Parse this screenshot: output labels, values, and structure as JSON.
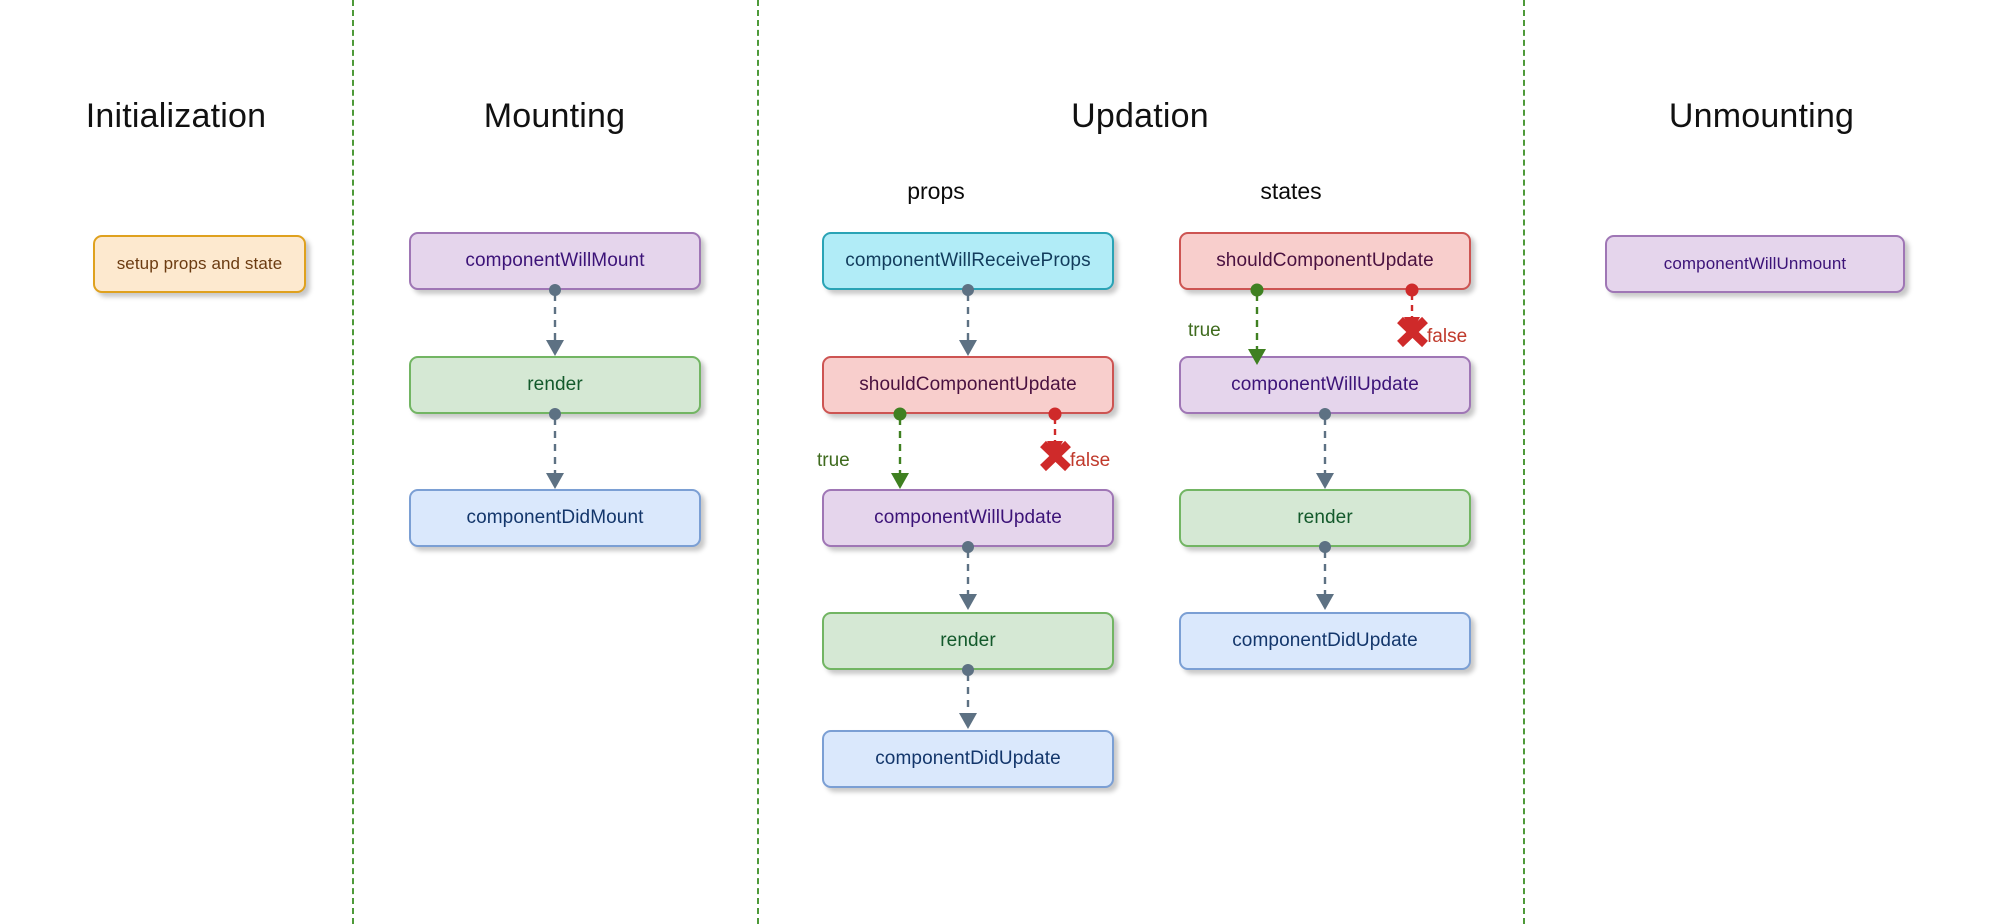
{
  "diagram": {
    "title_hidden": "React Component Lifecycle",
    "sections": [
      {
        "id": "initialization",
        "label": "Initialization"
      },
      {
        "id": "mounting",
        "label": "Mounting"
      },
      {
        "id": "updation",
        "label": "Updation"
      },
      {
        "id": "unmounting",
        "label": "Unmounting"
      }
    ],
    "subsections": [
      {
        "id": "props",
        "label": "props"
      },
      {
        "id": "states",
        "label": "states"
      }
    ],
    "nodes": {
      "setup_props_state": "setup props and state",
      "component_will_mount": "componentWillMount",
      "render_mount": "render",
      "component_did_mount": "componentDidMount",
      "component_will_receive_props": "componentWillReceiveProps",
      "should_component_update_props": "shouldComponentUpdate",
      "component_will_update_props": "componentWillUpdate",
      "render_props": "render",
      "component_did_update_props": "componentDidUpdate",
      "should_component_update_states": "shouldComponentUpdate",
      "component_will_update_states": "componentWillUpdate",
      "render_states": "render",
      "component_did_update_states": "componentDidUpdate",
      "component_will_unmount": "componentWillUnmount"
    },
    "branch_labels": {
      "true_props": "true",
      "false_props": "false",
      "true_states": "true",
      "false_states": "false"
    },
    "colors": {
      "divider": "#4e9a39",
      "orange_fill": "#fde9cf",
      "orange_border": "#dfa11e",
      "purple_fill": "#e5d5ec",
      "purple_border": "#9f76b5",
      "green_fill": "#d5e8d4",
      "green_border": "#72b563",
      "blue_fill": "#dae8fc",
      "blue_border": "#7b9fd4",
      "cyan_fill": "#b1ecf7",
      "cyan_border": "#2aa3b5",
      "red_fill": "#f8cecc",
      "red_border": "#cd5452",
      "edge": "#5d7183",
      "true_branch": "#3f8021",
      "false_branch": "#cf2a2a"
    }
  }
}
